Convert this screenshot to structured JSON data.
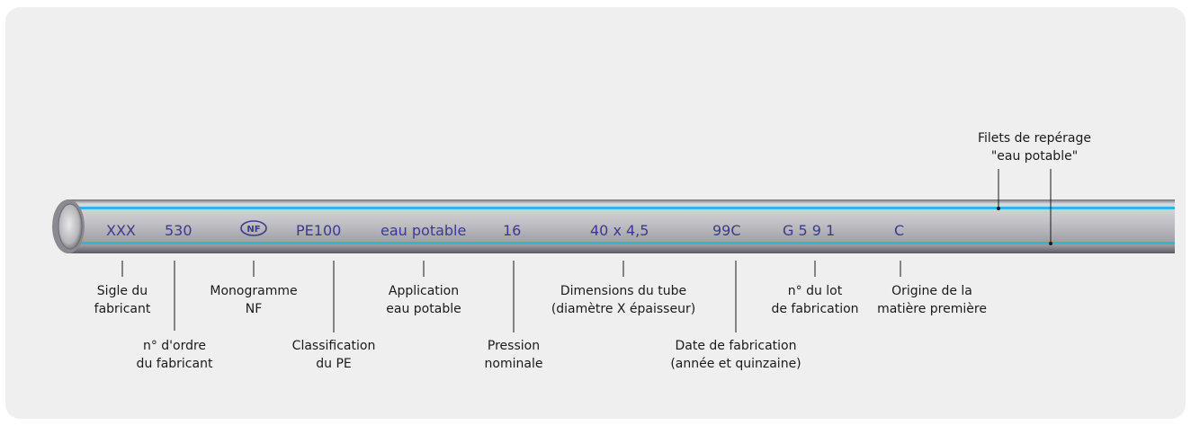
{
  "pipe_markings": {
    "manufacturer_code": "XXX",
    "order_number": "530",
    "monogram": "NF",
    "pe_class": "PE100",
    "application": "eau potable",
    "pressure": "16",
    "dimensions": "40 x 4,5",
    "date_code": "99C",
    "lot_number": "G 5 9 1",
    "origin": "C"
  },
  "labels": {
    "sigle": [
      "Sigle du",
      "fabricant"
    ],
    "ordre": [
      "n°  d'ordre",
      "du fabricant"
    ],
    "monogramme": [
      "Monogramme",
      "NF"
    ],
    "classification": [
      "Classification",
      "du PE"
    ],
    "application": [
      "Application",
      "eau potable"
    ],
    "pression": [
      "Pression",
      "nominale"
    ],
    "dimensions": [
      "Dimensions du tube",
      "(diamètre X épaisseur)"
    ],
    "date": [
      "Date de fabrication",
      "(année et quinzaine)"
    ],
    "lot": [
      "n° du lot",
      "de fabrication"
    ],
    "origine": [
      "Origine de la",
      "matière première"
    ],
    "filets": [
      "Filets de repérage",
      "\"eau potable\""
    ]
  },
  "colors": {
    "pipe_top": "#c9c9ce",
    "pipe_mid": "#a7a7ad",
    "stripe": "#2fb6d8",
    "marking": "#3d3a8e"
  }
}
